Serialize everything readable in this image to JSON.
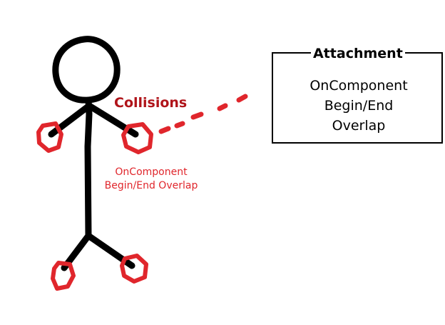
{
  "collisions": {
    "title": "Collisions",
    "event_line1": "OnComponent",
    "event_line2": "Begin/End Overlap"
  },
  "attachment": {
    "title": "Attachment",
    "line1": "OnComponent",
    "line2": "Begin/End",
    "line3": "Overlap"
  },
  "colors": {
    "stroke": "#000000",
    "collision_red": "#e0262c",
    "title_red": "#b0141a"
  }
}
